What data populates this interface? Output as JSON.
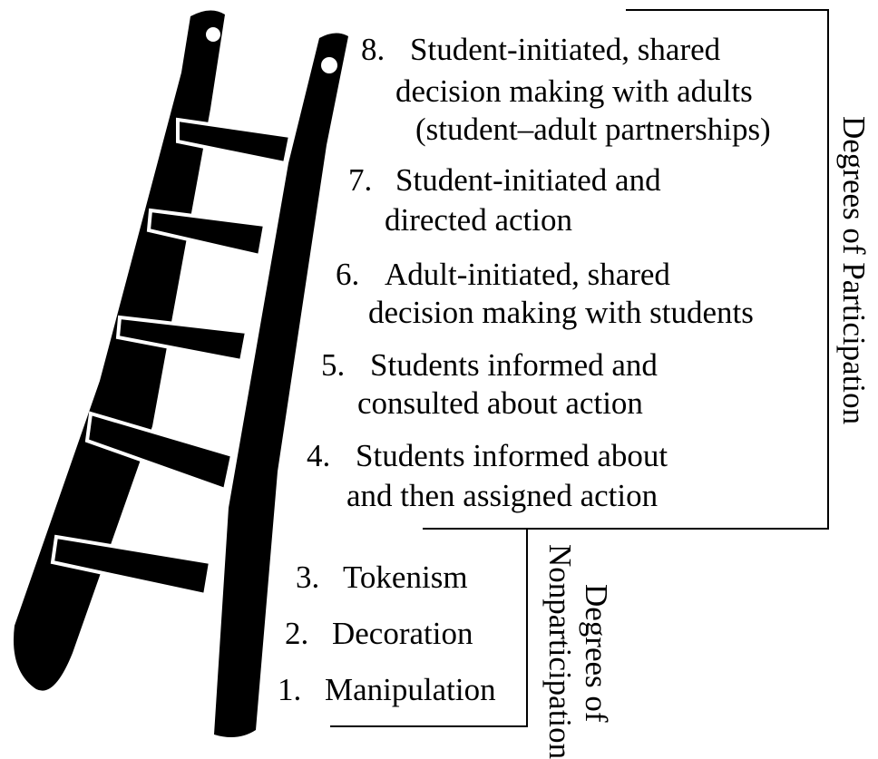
{
  "ladder": {
    "rungs": [
      {
        "number": "8.",
        "lines": [
          "Student-initiated, shared",
          "decision making with adults",
          "(student–adult partnerships)"
        ]
      },
      {
        "number": "7.",
        "lines": [
          "Student-initiated and",
          "directed action"
        ]
      },
      {
        "number": "6.",
        "lines": [
          "Adult-initiated, shared",
          "decision making with students"
        ]
      },
      {
        "number": "5.",
        "lines": [
          "Students informed and",
          "consulted about action"
        ]
      },
      {
        "number": "4.",
        "lines": [
          "Students informed about",
          "and then assigned action"
        ]
      },
      {
        "number": "3.",
        "lines": [
          "Tokenism"
        ]
      },
      {
        "number": "2.",
        "lines": [
          "Decoration"
        ]
      },
      {
        "number": "1.",
        "lines": [
          "Manipulation"
        ]
      }
    ]
  },
  "groups": {
    "participation": "Degrees of Participation",
    "nonparticipation_line1": "Degrees of",
    "nonparticipation_line2": "Nonparticipation"
  },
  "colors": {
    "ink": "#000000",
    "paper": "#ffffff"
  }
}
